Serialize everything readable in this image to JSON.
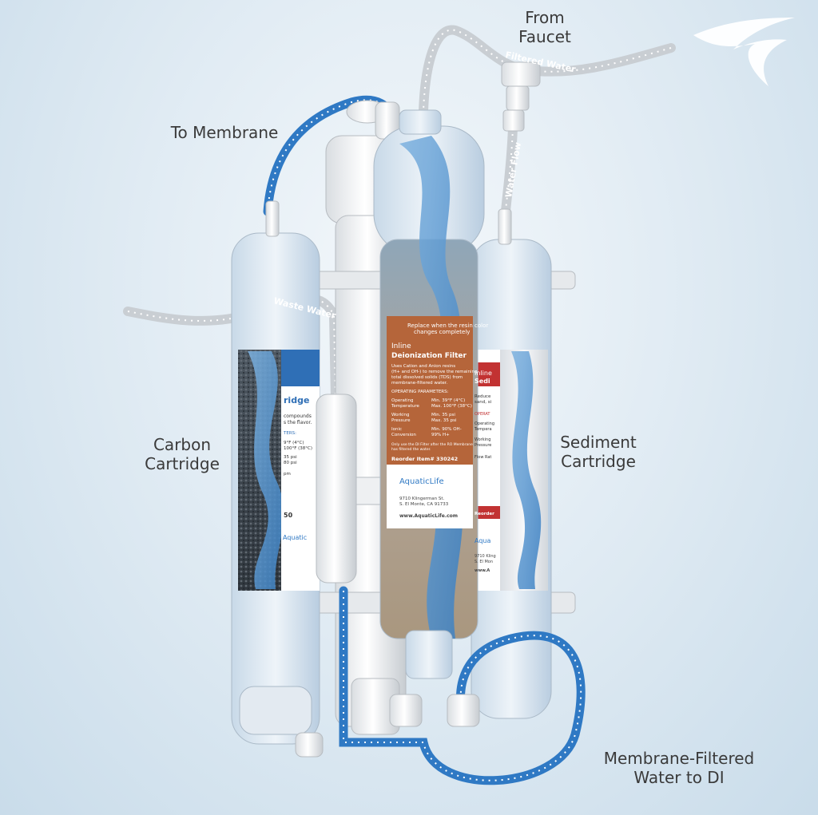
{
  "callouts": {
    "from_faucet": [
      "From",
      "Faucet"
    ],
    "to_membrane": "To Membrane",
    "carbon": [
      "Carbon",
      "Cartridge"
    ],
    "sediment": [
      "Sediment",
      "Cartridge"
    ],
    "membrane_filtered": [
      "Membrane-Filtered",
      "Water to DI"
    ]
  },
  "tube_labels": {
    "filtered_water": "Filtered Water",
    "water_flow": "Water Flow",
    "waste_water": "Waste Water"
  },
  "di_cartridge": {
    "replace_note": [
      "Replace when the resin color",
      "changes completely"
    ],
    "title_line1": "Inline",
    "title_line2": "Deionization Filter",
    "desc": [
      "Uses Cation and Anion resins",
      "(H+ and OH-) to remove the remaining",
      "total dissolved solids (TDS) from",
      "membrane-filtered water."
    ],
    "params_header": "OPERATING PARAMETERS:",
    "params": [
      {
        "name": [
          "Operating",
          "Temperature"
        ],
        "value": [
          "Min. 39°F (4°C)",
          "Max. 100°F (38°C)"
        ]
      },
      {
        "name": [
          "Working",
          "Pressure"
        ],
        "value": [
          "Min. 35 psi",
          "Max. 35 psi"
        ]
      },
      {
        "name": [
          "Ionic",
          "Conversion"
        ],
        "value": [
          "Min. 90% OH-",
          "99% H+"
        ]
      }
    ],
    "note": [
      "Only use the DI Filter after the RO Membrane",
      "has filtered the water."
    ],
    "reorder": "Reorder Item# 330242",
    "brand": "AquaticLife",
    "address": [
      "9710 Klingerman St.",
      "S. El Monte, CA 91733"
    ],
    "website": "www.AquaticLife.com"
  },
  "carbon_label": {
    "title": "ridge",
    "line1": "compounds",
    "line2": "s the flavor.",
    "section": "TERS:",
    "temp": [
      "9°F (4°C)",
      "100°F (38°C)"
    ],
    "psi": [
      "35 psi",
      "80 psi"
    ],
    "gpm": "pm",
    "code": "50",
    "brand": "Aquatic"
  },
  "sediment_label": {
    "title1": "Inline",
    "title2": "Sedi",
    "desc": [
      "Reduce",
      "sand, si"
    ],
    "section": "OPERAT",
    "params": [
      "Operating",
      "Tempera",
      "Working",
      "Pressure",
      "Flow Rat"
    ],
    "reorder": "Reorder",
    "brand": "Aqua",
    "address": [
      "9710 Kling",
      "S. El Mon"
    ],
    "website": "www.A"
  },
  "colors": {
    "callout_text": "#3a3a3a",
    "di_label": "#b5653a",
    "carbon_label": "#2f6fb6",
    "sediment_label": "#c23232",
    "blue_tube": "#2f79c4",
    "grey_tube": "#c9ced3",
    "brand_green": "#7bb542"
  }
}
